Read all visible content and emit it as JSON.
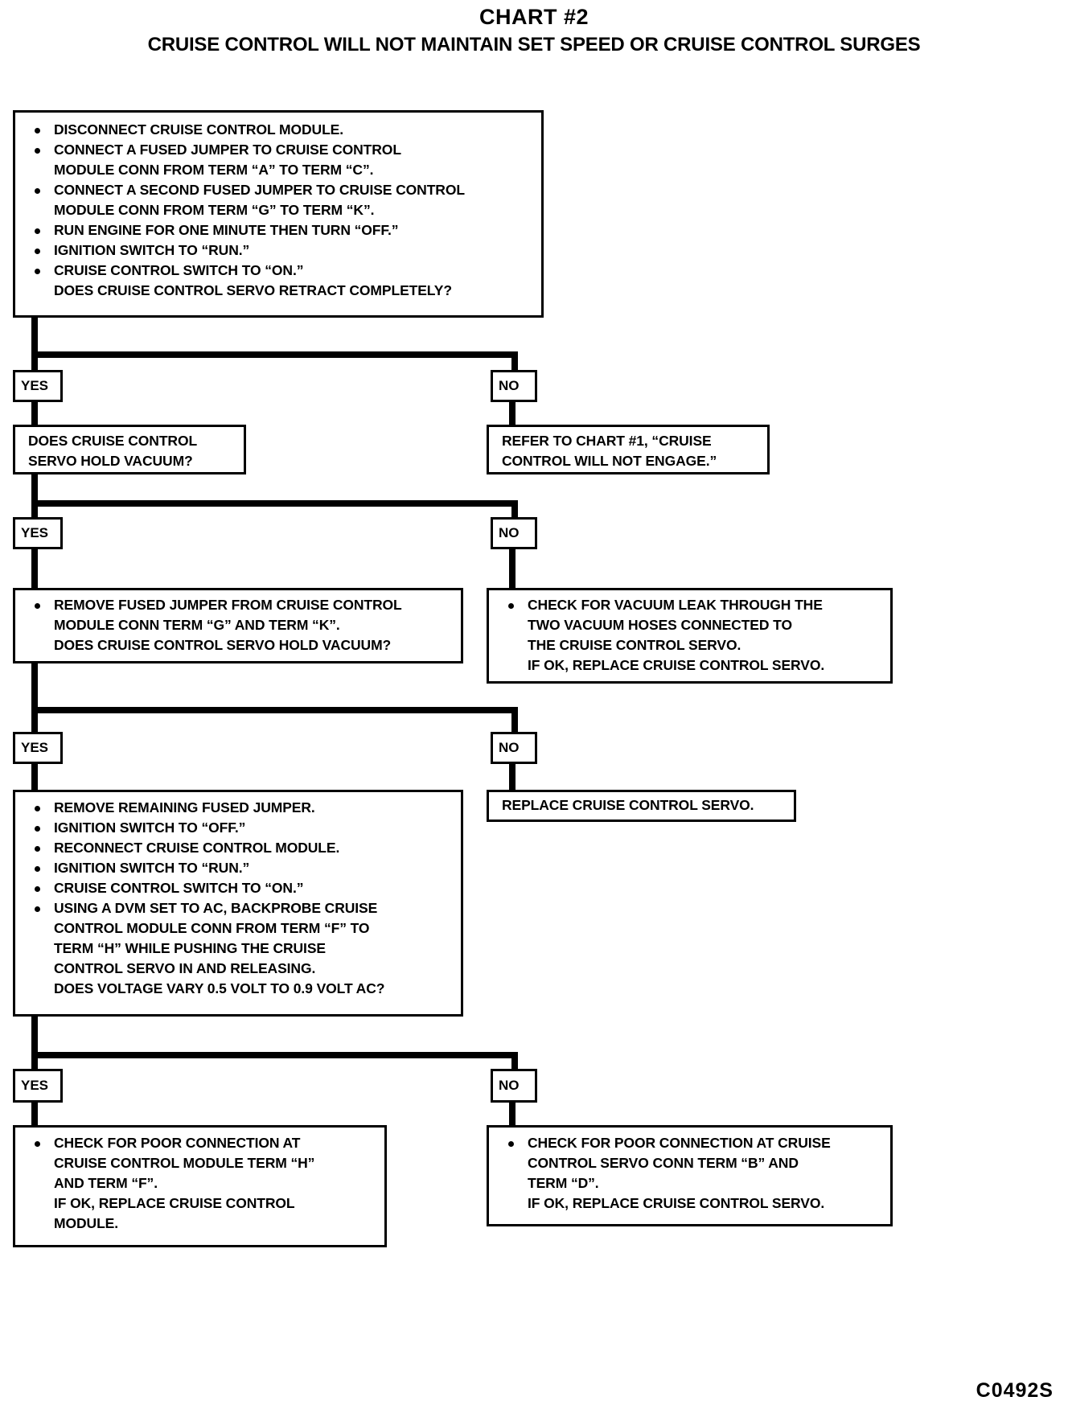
{
  "title": {
    "main": "CHART #2",
    "sub": "CRUISE CONTROL WILL NOT MAINTAIN SET SPEED OR CRUISE CONTROL SURGES"
  },
  "footer": {
    "code": "C0492S"
  },
  "labels": {
    "yes": "YES",
    "no": "NO"
  },
  "chart_data": {
    "type": "flowchart",
    "title": "CHART #2 — CRUISE CONTROL WILL NOT MAINTAIN SET SPEED OR CRUISE CONTROL SURGES",
    "diagram_code": "C0492S",
    "nodes": [
      {
        "id": "step1",
        "kind": "decision-instructions",
        "lines": [
          {
            "type": "bullet",
            "text": "DISCONNECT CRUISE CONTROL MODULE."
          },
          {
            "type": "bullet",
            "text": "CONNECT A FUSED JUMPER TO CRUISE CONTROL"
          },
          {
            "type": "cont",
            "text": "MODULE CONN FROM TERM “A” TO TERM “C”."
          },
          {
            "type": "bullet",
            "text": "CONNECT A SECOND FUSED JUMPER TO CRUISE CONTROL"
          },
          {
            "type": "cont",
            "text": "MODULE CONN FROM TERM “G” TO TERM “K”."
          },
          {
            "type": "bullet",
            "text": "RUN ENGINE FOR ONE MINUTE THEN TURN “OFF.”"
          },
          {
            "type": "bullet",
            "text": "IGNITION SWITCH TO “RUN.”"
          },
          {
            "type": "bullet",
            "text": "CRUISE CONTROL SWITCH TO “ON.”"
          },
          {
            "type": "cont",
            "text": "DOES CRUISE CONTROL SERVO RETRACT COMPLETELY?"
          }
        ]
      },
      {
        "id": "step2-yes",
        "kind": "decision",
        "lines": [
          {
            "type": "plain",
            "text": "DOES CRUISE CONTROL"
          },
          {
            "type": "plain",
            "text": "SERVO HOLD VACUUM?"
          }
        ]
      },
      {
        "id": "step2-no",
        "kind": "terminal",
        "lines": [
          {
            "type": "plain",
            "text": "REFER TO CHART #1, “CRUISE"
          },
          {
            "type": "plain",
            "text": "CONTROL WILL NOT ENGAGE.”"
          }
        ]
      },
      {
        "id": "step3-yes",
        "kind": "decision-instructions",
        "lines": [
          {
            "type": "bullet",
            "text": "REMOVE FUSED JUMPER FROM CRUISE CONTROL"
          },
          {
            "type": "cont",
            "text": "MODULE CONN TERM “G” AND TERM “K”."
          },
          {
            "type": "cont",
            "text": "DOES CRUISE CONTROL SERVO HOLD VACUUM?"
          }
        ]
      },
      {
        "id": "step3-no",
        "kind": "terminal",
        "lines": [
          {
            "type": "bullet",
            "text": "CHECK FOR VACUUM LEAK THROUGH THE"
          },
          {
            "type": "cont",
            "text": "TWO VACUUM HOSES CONNECTED TO"
          },
          {
            "type": "cont",
            "text": "THE CRUISE CONTROL SERVO."
          },
          {
            "type": "cont",
            "text": "IF OK, REPLACE CRUISE CONTROL SERVO."
          }
        ]
      },
      {
        "id": "step4-yes",
        "kind": "decision-instructions",
        "lines": [
          {
            "type": "bullet",
            "text": "REMOVE REMAINING FUSED JUMPER."
          },
          {
            "type": "bullet",
            "text": "IGNITION SWITCH TO “OFF.”"
          },
          {
            "type": "bullet",
            "text": "RECONNECT CRUISE CONTROL MODULE."
          },
          {
            "type": "bullet",
            "text": "IGNITION SWITCH TO “RUN.”"
          },
          {
            "type": "bullet",
            "text": "CRUISE CONTROL SWITCH TO “ON.”"
          },
          {
            "type": "bullet",
            "text": "USING A DVM SET TO AC, BACKPROBE CRUISE"
          },
          {
            "type": "cont",
            "text": "CONTROL MODULE CONN FROM TERM “F” TO"
          },
          {
            "type": "cont",
            "text": "TERM “H” WHILE PUSHING THE CRUISE"
          },
          {
            "type": "cont",
            "text": "CONTROL SERVO IN AND RELEASING."
          },
          {
            "type": "cont",
            "text": "DOES VOLTAGE VARY 0.5 VOLT TO 0.9 VOLT AC?"
          }
        ]
      },
      {
        "id": "step4-no",
        "kind": "terminal",
        "lines": [
          {
            "type": "plain",
            "text": "REPLACE CRUISE CONTROL SERVO."
          }
        ]
      },
      {
        "id": "step5-yes",
        "kind": "terminal",
        "lines": [
          {
            "type": "bullet",
            "text": "CHECK FOR POOR CONNECTION AT"
          },
          {
            "type": "cont",
            "text": "CRUISE CONTROL MODULE TERM “H”"
          },
          {
            "type": "cont",
            "text": "AND TERM “F”."
          },
          {
            "type": "cont",
            "text": "IF OK, REPLACE CRUISE CONTROL"
          },
          {
            "type": "cont",
            "text": "MODULE."
          }
        ]
      },
      {
        "id": "step5-no",
        "kind": "terminal",
        "lines": [
          {
            "type": "bullet",
            "text": "CHECK FOR POOR CONNECTION AT CRUISE"
          },
          {
            "type": "cont",
            "text": "CONTROL SERVO CONN TERM “B” AND"
          },
          {
            "type": "cont",
            "text": "TERM “D”."
          },
          {
            "type": "cont",
            "text": "IF OK, REPLACE CRUISE CONTROL SERVO."
          }
        ]
      }
    ],
    "edges": [
      {
        "from": "step1",
        "label": "YES",
        "to": "step2-yes"
      },
      {
        "from": "step1",
        "label": "NO",
        "to": "step2-no"
      },
      {
        "from": "step2-yes",
        "label": "YES",
        "to": "step3-yes"
      },
      {
        "from": "step2-yes",
        "label": "NO",
        "to": "step3-no"
      },
      {
        "from": "step3-yes",
        "label": "YES",
        "to": "step4-yes"
      },
      {
        "from": "step3-yes",
        "label": "NO",
        "to": "step4-no"
      },
      {
        "from": "step4-yes",
        "label": "YES",
        "to": "step5-yes"
      },
      {
        "from": "step4-yes",
        "label": "NO",
        "to": "step5-no"
      }
    ]
  }
}
